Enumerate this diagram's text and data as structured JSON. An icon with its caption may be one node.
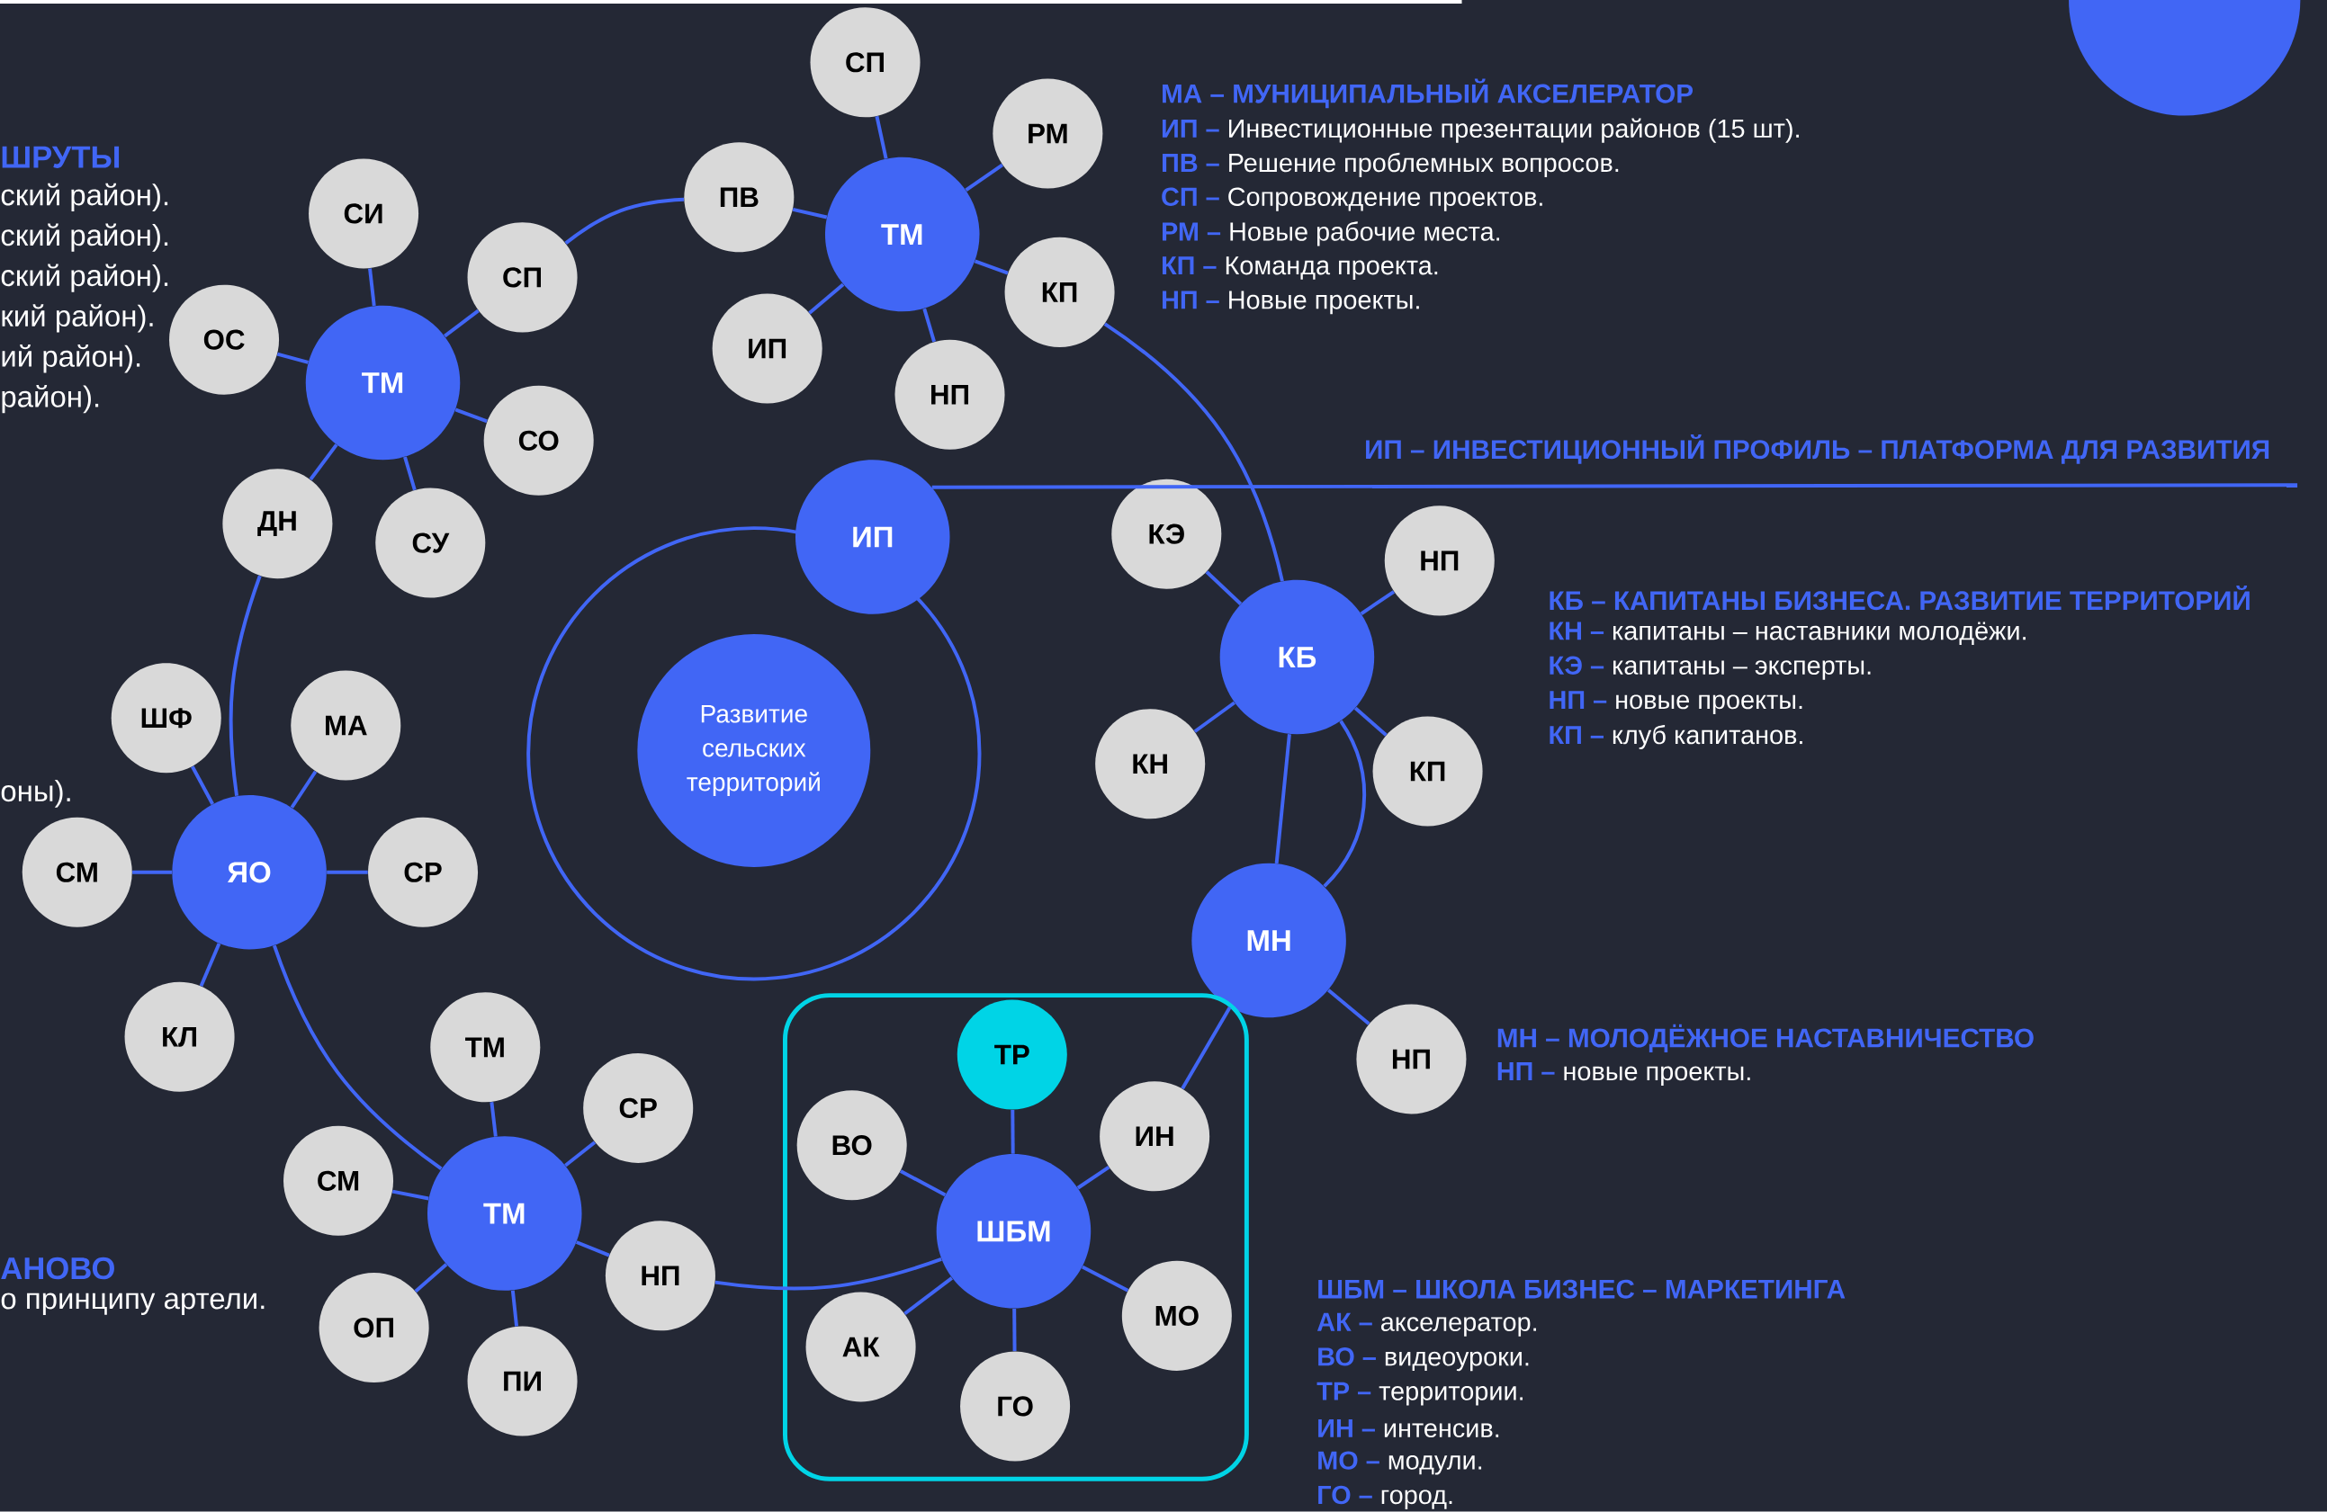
{
  "diagram": {
    "nodes": [
      {
        "text": [
          "Развитие сельских территорий"
        ]
      },
      {
        "text": [
          "ИП"
        ]
      },
      {
        "text": [
          "ИП – ИНВЕСТИЦИОННЫЙ ПРОФИЛЬ – ПЛАТФОРМА ДЛЯ РАЗВИТИЯ"
        ]
      },
      {
        "text": [
          "ТМ"
        ]
      },
      {
        "text": [
          "СП"
        ]
      },
      {
        "text": [
          "РМ"
        ]
      },
      {
        "text": [
          "КП"
        ]
      },
      {
        "text": [
          "НП"
        ]
      },
      {
        "text": [
          "ИП"
        ]
      },
      {
        "text": [
          "ПВ"
        ]
      },
      {
        "text": [
          "ТМ"
        ]
      },
      {
        "text": [
          "СИ"
        ]
      },
      {
        "text": [
          "СП"
        ]
      },
      {
        "text": [
          "СО"
        ]
      },
      {
        "text": [
          "СУ"
        ]
      },
      {
        "text": [
          "ДН"
        ]
      },
      {
        "text": [
          "ОС"
        ]
      },
      {
        "text": [
          "КБ"
        ]
      },
      {
        "text": [
          "КЭ"
        ]
      },
      {
        "text": [
          "НП"
        ]
      },
      {
        "text": [
          "КП"
        ]
      },
      {
        "text": [
          "КН"
        ]
      },
      {
        "text": [
          "МН"
        ]
      },
      {
        "text": [
          "НП"
        ]
      },
      {
        "text": [
          "ЯО"
        ]
      },
      {
        "text": [
          "ШФ"
        ]
      },
      {
        "text": [
          "МА"
        ]
      },
      {
        "text": [
          "СР"
        ]
      },
      {
        "text": [
          "КЛ"
        ]
      },
      {
        "text": [
          "СМ"
        ]
      },
      {
        "text": [
          "ТМ"
        ]
      },
      {
        "text": [
          "ТМ"
        ]
      },
      {
        "text": [
          "СР"
        ]
      },
      {
        "text": [
          "НП"
        ]
      },
      {
        "text": [
          "ПИ"
        ]
      },
      {
        "text": [
          "ОП"
        ]
      },
      {
        "text": [
          "СМ"
        ]
      },
      {
        "text": [],
        "shape": "box"
      },
      {
        "text": [
          "ШБМ"
        ],
        "in": 37
      },
      {
        "text": [
          "ТР"
        ],
        "in": 37
      },
      {
        "text": [
          "ИН"
        ],
        "in": 37
      },
      {
        "text": [
          "МО"
        ],
        "in": 37
      },
      {
        "text": [
          "ГО"
        ],
        "in": 37
      },
      {
        "text": [
          "АК"
        ],
        "in": 37
      },
      {
        "text": [
          "ВО"
        ],
        "in": 37
      }
    ],
    "edges": [
      {
        "from": 1,
        "to": 2,
        "arrow": "none"
      },
      {
        "from": 3,
        "to": 4,
        "arrow": "none"
      },
      {
        "from": 3,
        "to": 5,
        "arrow": "none"
      },
      {
        "from": 3,
        "to": 6,
        "arrow": "none"
      },
      {
        "from": 3,
        "to": 7,
        "arrow": "none"
      },
      {
        "from": 3,
        "to": 8,
        "arrow": "none"
      },
      {
        "from": 3,
        "to": 9,
        "arrow": "none"
      },
      {
        "from": 10,
        "to": 11,
        "arrow": "none"
      },
      {
        "from": 10,
        "to": 12,
        "arrow": "none"
      },
      {
        "from": 10,
        "to": 13,
        "arrow": "none"
      },
      {
        "from": 10,
        "to": 14,
        "arrow": "none"
      },
      {
        "from": 10,
        "to": 15,
        "arrow": "none"
      },
      {
        "from": 10,
        "to": 16,
        "arrow": "none"
      },
      {
        "from": 17,
        "to": 18,
        "arrow": "none"
      },
      {
        "from": 17,
        "to": 19,
        "arrow": "none"
      },
      {
        "from": 17,
        "to": 20,
        "arrow": "none"
      },
      {
        "from": 17,
        "to": 21,
        "arrow": "none"
      },
      {
        "from": 22,
        "to": 23,
        "arrow": "none"
      },
      {
        "from": 24,
        "to": 25,
        "arrow": "none"
      },
      {
        "from": 24,
        "to": 26,
        "arrow": "none"
      },
      {
        "from": 24,
        "to": 27,
        "arrow": "none"
      },
      {
        "from": 24,
        "to": 28,
        "arrow": "none"
      },
      {
        "from": 24,
        "to": 29,
        "arrow": "none"
      },
      {
        "from": 30,
        "to": 31,
        "arrow": "none"
      },
      {
        "from": 30,
        "to": 32,
        "arrow": "none"
      },
      {
        "from": 30,
        "to": 33,
        "arrow": "none"
      },
      {
        "from": 30,
        "to": 34,
        "arrow": "none"
      },
      {
        "from": 30,
        "to": 35,
        "arrow": "none"
      },
      {
        "from": 30,
        "to": 36,
        "arrow": "none"
      },
      {
        "from": 38,
        "to": 39,
        "arrow": "none"
      },
      {
        "from": 38,
        "to": 40,
        "arrow": "none"
      },
      {
        "from": 38,
        "to": 41,
        "arrow": "none"
      },
      {
        "from": 38,
        "to": 42,
        "arrow": "none"
      },
      {
        "from": 38,
        "to": 43,
        "arrow": "none"
      },
      {
        "from": 38,
        "to": 44,
        "arrow": "none"
      },
      {
        "from": 12,
        "to": 9,
        "arrow": "none"
      },
      {
        "from": 6,
        "to": 17,
        "arrow": "none"
      },
      {
        "from": 17,
        "to": 22,
        "arrow": "none"
      },
      {
        "from": 17,
        "to": 22,
        "arrow": "none"
      },
      {
        "from": 22,
        "to": 40,
        "arrow": "none"
      },
      {
        "from": 38,
        "to": 33,
        "arrow": "none"
      },
      {
        "from": 30,
        "to": 24,
        "arrow": "none"
      },
      {
        "from": 24,
        "to": 15,
        "arrow": "none"
      }
    ],
    "labels": [
      "ШРУТЫ",
      "ский район).",
      "ский район).",
      "ский район).",
      "кий район).",
      "ий район).",
      "район).",
      "оны).",
      "АНОВО",
      "о принципу артели.",
      "МА – МУНИЦИПАЛЬНЫЙ АКСЕЛЕРАТОР",
      "**ИП –** Инвестиционные презентации районов (15 шт).",
      "**ПВ –** Решение проблемных вопросов.",
      "**СП –** Сопровождение проектов.",
      "**РМ –** Новые рабочие места.",
      "**КП –** Команда проекта.",
      "**НП –** Новые проекты.",
      "КБ – КАПИТАНЫ БИЗНЕСА. РАЗВИТИЕ ТЕРРИТОРИЙ",
      "**КН –** капитаны – наставники молодёжи.",
      "**КЭ –** капитаны – эксперты.",
      "**НП –** новые проекты.",
      "**КП –** клуб капитанов.",
      "МН – МОЛОДЁЖНОЕ НАСТАВНИЧЕСТВО",
      "**НП –** новые проекты.",
      "ШБМ – ШКОЛА БИЗНЕС – МАРКЕТИНГА",
      "**АК –** акселератор.",
      "**ВО –** видеоуроки.",
      "**ТР –** территории.",
      "**ИН –** интенсив.",
      "**МО –** модули.",
      "**ГО –** город."
    ]
  }
}
